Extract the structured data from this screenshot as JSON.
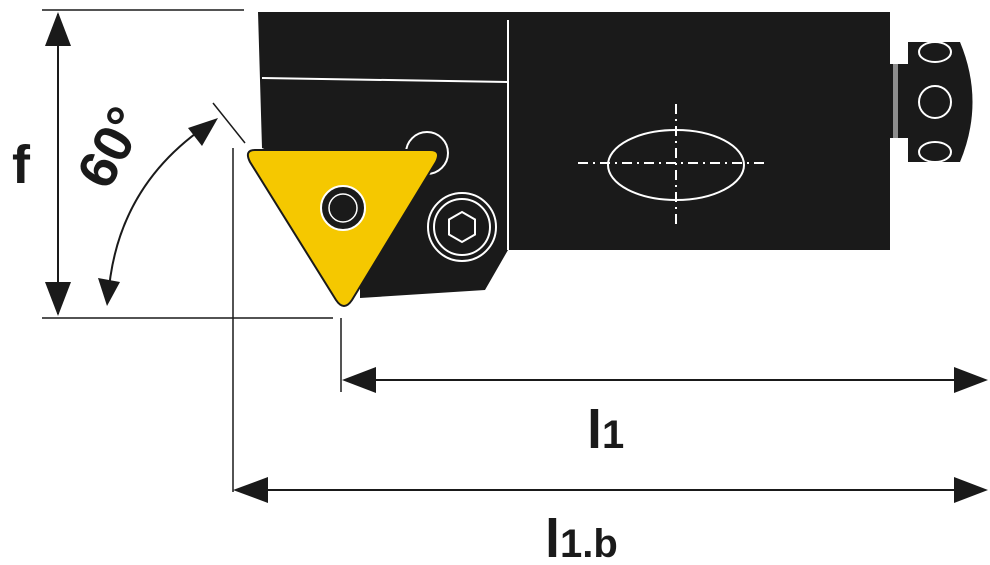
{
  "labels": {
    "f": "f",
    "angle": "60°",
    "l1_main": "l",
    "l1_sub": "1",
    "l1b_main": "l",
    "l1b_sub": "1.b"
  },
  "colors": {
    "ink": "#1a1a1a",
    "insert": "#f5c800",
    "background": "#ffffff"
  },
  "icons": {
    "clamp_screw": "hex-socket-screw-icon",
    "pin": "insert-pin-icon",
    "coolant_port": "coolant-port-icon"
  }
}
